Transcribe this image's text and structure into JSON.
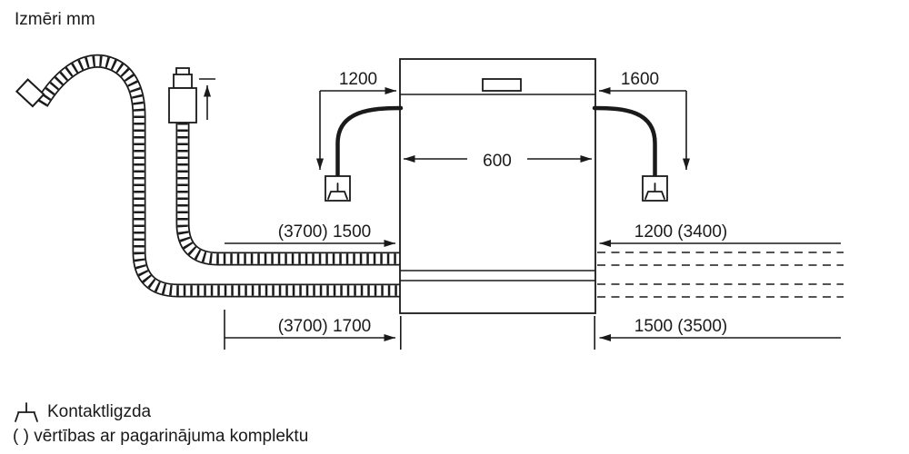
{
  "title": "Izmēri mm",
  "diagram": {
    "dimensions": {
      "cord_left": "1200",
      "cord_right": "1600",
      "appliance_width": "600",
      "supply_hose": "(3700) 1500",
      "right_mid": "1200 (3400)",
      "drain_hose": "(3700) 1700",
      "right_bottom": "1500 (3500)"
    }
  },
  "legend": {
    "socket_icon": "socket-icon",
    "socket_label": "Kontaktligzda",
    "note": "( ) vērtības ar pagarinājuma komplektu"
  },
  "colors": {
    "line": "#1a1a1a",
    "background": "#ffffff"
  }
}
